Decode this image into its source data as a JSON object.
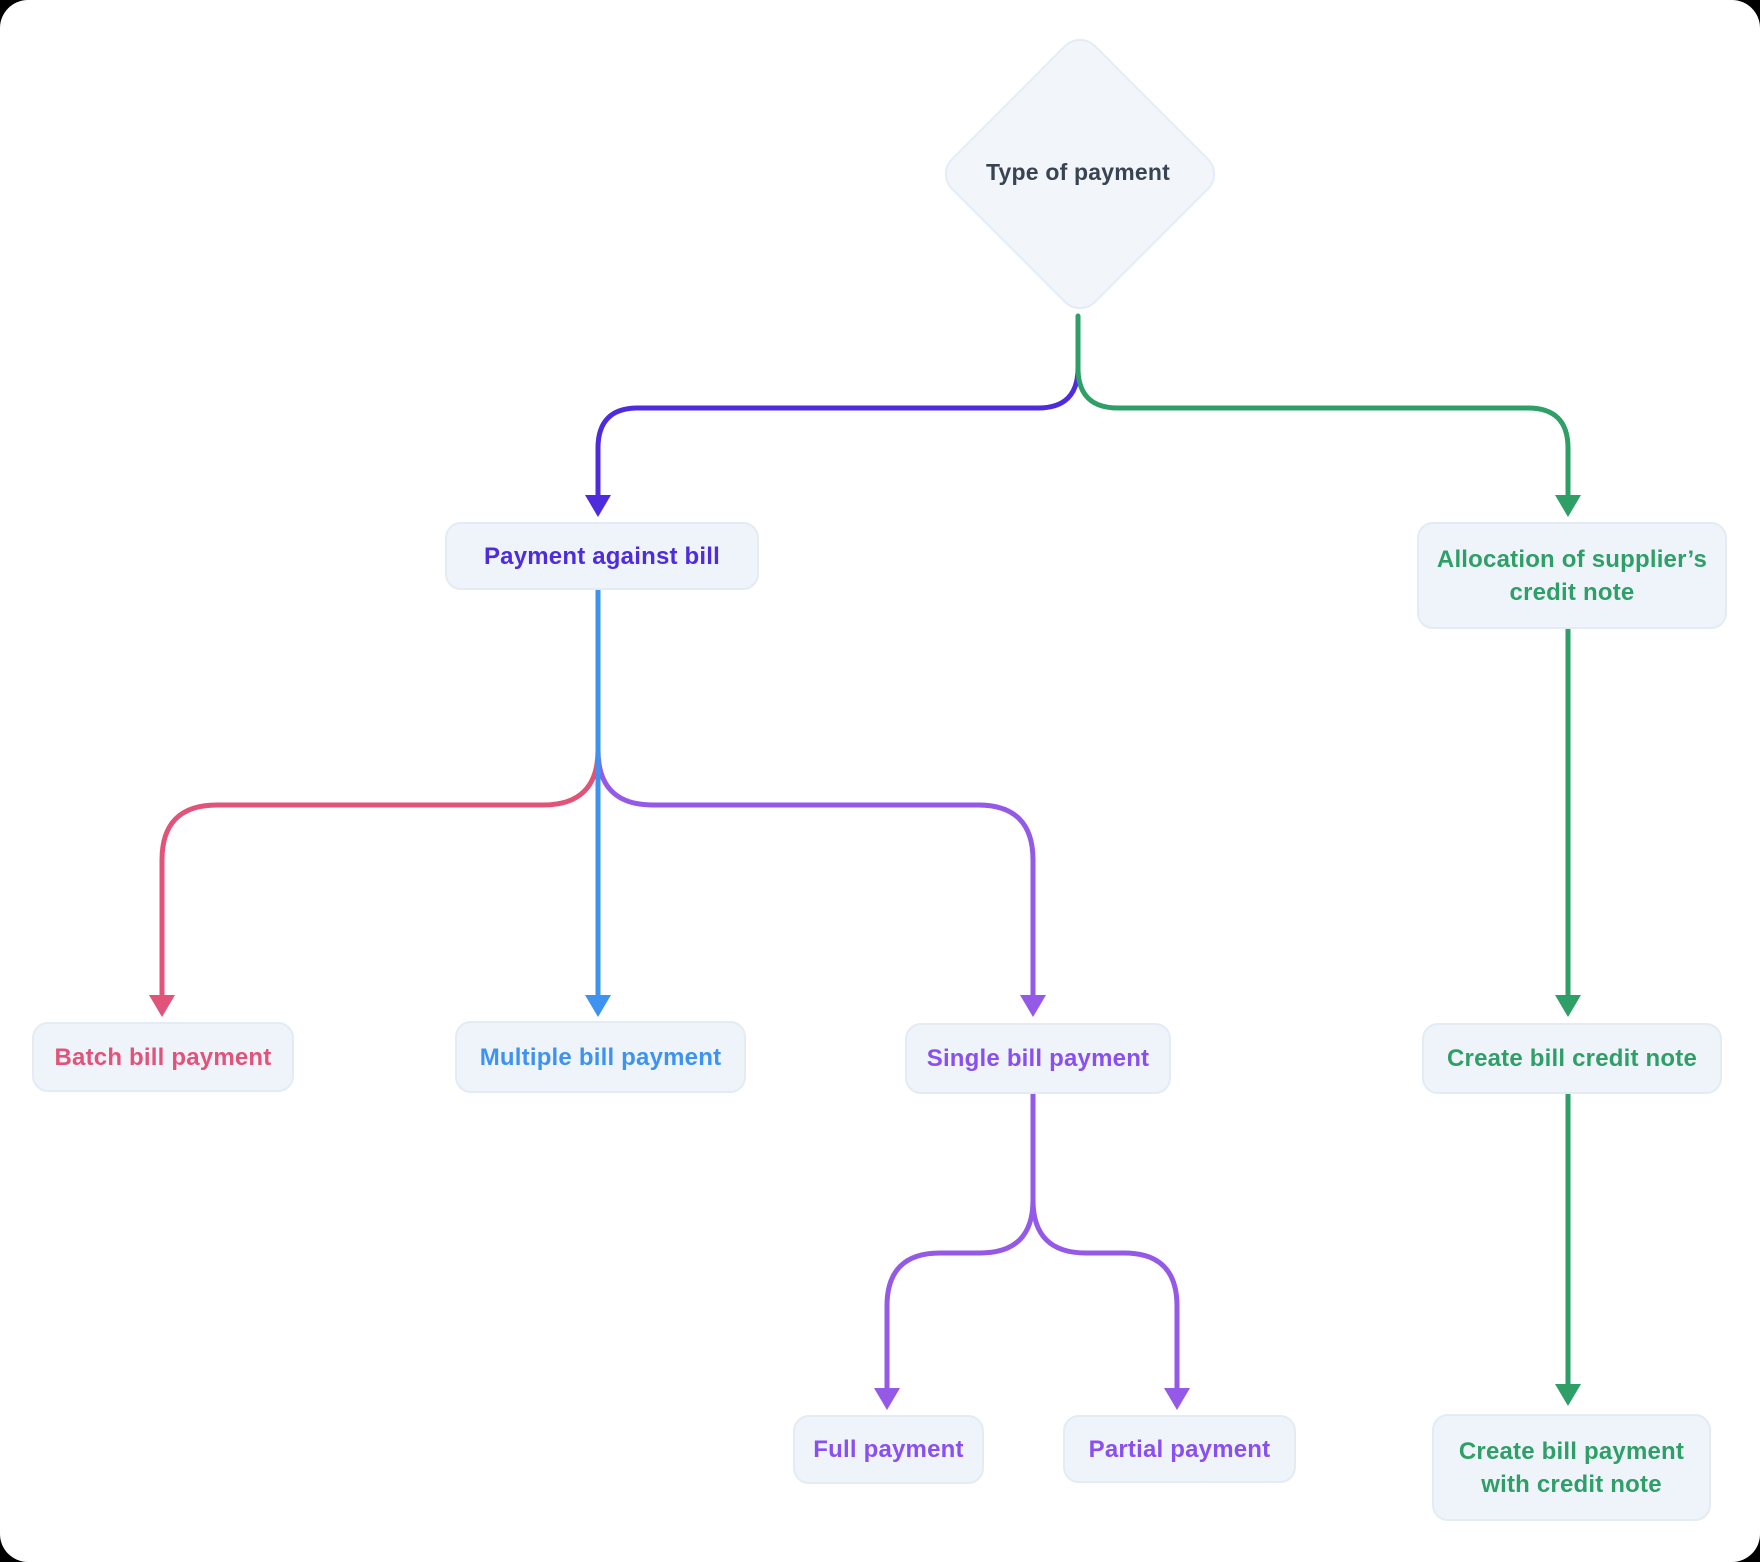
{
  "title": "Type of payment decision flowchart",
  "colors": {
    "indigo": "#4e2cdd",
    "green": "#2f9f68",
    "blue": "#3e93f0",
    "pink": "#e25379",
    "purple": "#9559e8",
    "purple_text": "#8a4ff0",
    "title_text": "#394453",
    "node_bg": "#eff4fa",
    "node_border": "#e3ebf5",
    "diamond_bg": "#f2f6fb",
    "canvas_bg": "#ffffff"
  },
  "nodes": {
    "type_of_payment": {
      "label": "Type of payment",
      "shape": "diamond"
    },
    "payment_against_bill": {
      "label": "Payment against bill",
      "shape": "rect"
    },
    "allocation_supplier_credit_note": {
      "label": "Allocation of supplier’s\ncredit note",
      "shape": "rect"
    },
    "batch_bill_payment": {
      "label": "Batch bill payment",
      "shape": "rect"
    },
    "multiple_bill_payment": {
      "label": "Multiple bill payment",
      "shape": "rect"
    },
    "single_bill_payment": {
      "label": "Single bill payment",
      "shape": "rect"
    },
    "create_bill_credit_note": {
      "label": "Create bill credit note",
      "shape": "rect"
    },
    "full_payment": {
      "label": "Full payment",
      "shape": "rect"
    },
    "partial_payment": {
      "label": "Partial payment",
      "shape": "rect"
    },
    "create_bill_payment_with_credit_note": {
      "label": "Create bill payment\nwith credit note",
      "shape": "rect"
    }
  },
  "edges": [
    {
      "from": "type_of_payment",
      "to": "payment_against_bill",
      "color": "indigo"
    },
    {
      "from": "type_of_payment",
      "to": "allocation_supplier_credit_note",
      "color": "green"
    },
    {
      "from": "payment_against_bill",
      "to": "batch_bill_payment",
      "color": "pink"
    },
    {
      "from": "payment_against_bill",
      "to": "multiple_bill_payment",
      "color": "blue"
    },
    {
      "from": "payment_against_bill",
      "to": "single_bill_payment",
      "color": "purple"
    },
    {
      "from": "single_bill_payment",
      "to": "full_payment",
      "color": "purple"
    },
    {
      "from": "single_bill_payment",
      "to": "partial_payment",
      "color": "purple"
    },
    {
      "from": "allocation_supplier_credit_note",
      "to": "create_bill_credit_note",
      "color": "green"
    },
    {
      "from": "create_bill_credit_note",
      "to": "create_bill_payment_with_credit_note",
      "color": "green"
    }
  ]
}
